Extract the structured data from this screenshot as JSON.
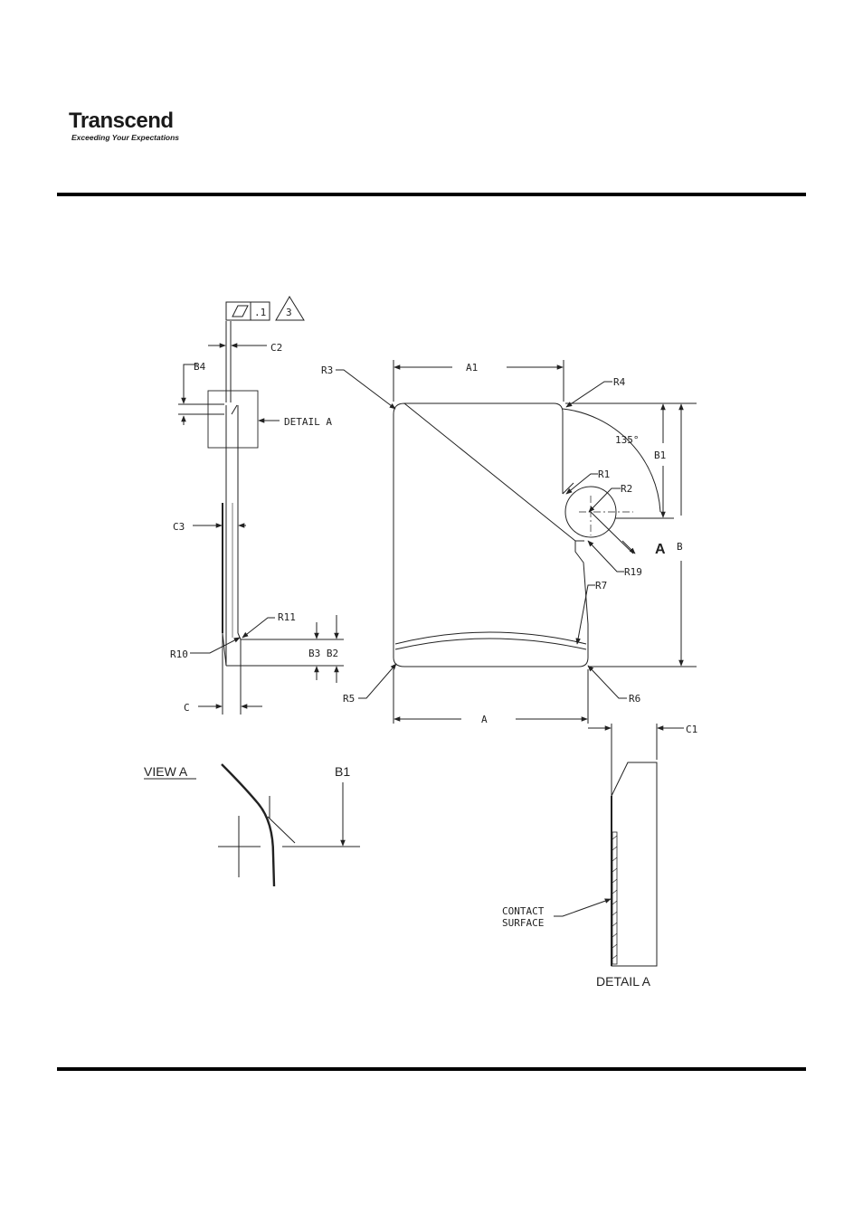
{
  "brand": {
    "name": "Transcend",
    "tagline": "Exceeding Your Expectations"
  },
  "drawing": {
    "feature_control": {
      "tolerance": ".1",
      "note_number": "3"
    },
    "side_view": {
      "c2": "C2",
      "b4": "B4",
      "detail_a": "DETAIL A",
      "c3": "C3",
      "r11": "R11",
      "r10": "R10",
      "b3_b2": "B3 B2",
      "c": "C"
    },
    "front_view": {
      "r3": "R3",
      "a1": "A1",
      "r4": "R4",
      "angle": "135°",
      "b1": "B1",
      "r1": "R1",
      "r2": "R2",
      "a_marker": "A",
      "b": "B",
      "r19": "R19",
      "r7": "R7",
      "r5": "R5",
      "a": "A",
      "r6": "R6"
    },
    "view_a": {
      "title": "VIEW A",
      "b1": "B1"
    },
    "detail_a": {
      "c1": "C1",
      "contact_line1": "CONTACT",
      "contact_line2": "SURFACE",
      "title": "DETAIL A"
    }
  }
}
